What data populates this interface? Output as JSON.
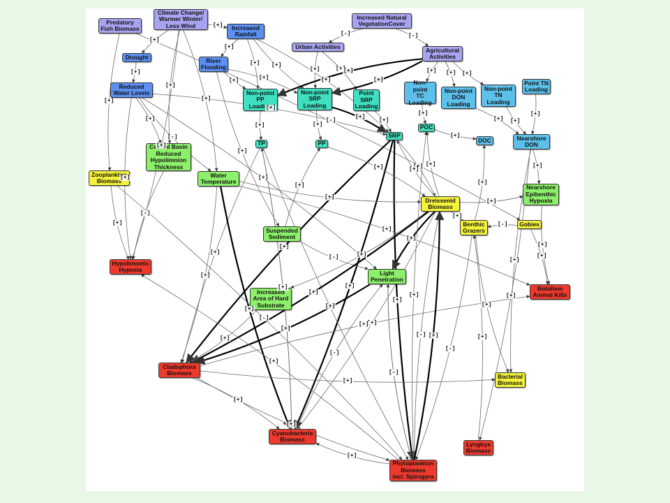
{
  "colors": {
    "driver": "#a8a4f0",
    "hydrology": "#5b8ff0",
    "nitrogen": "#5cc0ea",
    "phosphorus": "#3fe0c0",
    "physical": "#8df06a",
    "biota": "#f5f23a",
    "outcome": "#ee3a2e",
    "edge": "#6a6a6a",
    "edge_strong": "#000000"
  },
  "nodes": {
    "predatory": "Predatory\nFish Biomass",
    "climate": "Climate Change/\nWarmer Winter/\nLess Wind",
    "rainfall": "Increased\nRainfall",
    "natveg": "Increased Natural\nVegetationCover",
    "urban": "Urban Activities",
    "agri": "Agricultural\nActivities",
    "drought": "Drought",
    "flooding": "River\nFlooding",
    "waterlev": "Reduced\nWater Levels",
    "nppp": "Non-point\nPP\nLoading",
    "npsrp": "Non-point\nSRP\nLoading",
    "psrp": "Point\nSRP\nLoading",
    "nptc": "Non-point\nTC\nLoading",
    "npdon": "Non-point\nDON\nLoading",
    "nptn": "Non-point\nTN\nLoading",
    "ptn": "Point TN\nLoading",
    "poc": "POC",
    "doc": "DOC",
    "srp": "SRP",
    "tp": "TP",
    "pp": "PP",
    "nsdon": "Nearshore\nDON",
    "central": "Central Basin\nReduced\nHypolimnion\nThickness",
    "zoop": "Zooplankton\nBiomass",
    "watertemp": "Water\nTemperature",
    "dreiss": "Dreissenid\nBiomass",
    "nshyp": "Nearshore\nEpibenthic\nHypoxia",
    "benthic": "Benthic\nGrazers",
    "gobies": "Gobies",
    "sediment": "Suspended\nSediment",
    "hypolim": "Hypolimnetic\nHypoxia",
    "light": "Light\nPenetration",
    "botulism": "Botulism\nAnimal Kills",
    "hardsub": "Increased\nArea of Hard\nSubstrate",
    "clado": "Cladophora\nBiomass",
    "bact": "Bacterial\nBiomass",
    "cyano": "Cyanobacteria\nBiomass",
    "lyngbya": "Lyngbya\nBiomass",
    "phyto": "Phytoplankton\nBiomass\nincl. Spirogyra"
  },
  "edges": [
    {
      "from": "climate",
      "to": "rainfall",
      "label": "[+]",
      "strong": false
    },
    {
      "from": "climate",
      "to": "drought",
      "label": "[+]",
      "strong": false
    },
    {
      "from": "climate",
      "to": "watertemp",
      "label": "[+]",
      "strong": false
    },
    {
      "from": "climate",
      "to": "central",
      "label": "[+]",
      "strong": false
    },
    {
      "from": "climate",
      "to": "hypolim",
      "label": "[+]",
      "strong": false
    },
    {
      "from": "predatory",
      "to": "zoop",
      "label": "[+]",
      "strong": false
    },
    {
      "from": "predatory",
      "to": "gobies",
      "label": "[-]",
      "strong": false
    },
    {
      "from": "natveg",
      "to": "urban",
      "label": "[-]",
      "strong": false
    },
    {
      "from": "natveg",
      "to": "agri",
      "label": "[-]",
      "strong": false
    },
    {
      "from": "rainfall",
      "to": "flooding",
      "label": "[+]",
      "strong": false
    },
    {
      "from": "rainfall",
      "to": "nppp",
      "label": "[+]",
      "strong": false
    },
    {
      "from": "rainfall",
      "to": "npsrp",
      "label": "[+]",
      "strong": false
    },
    {
      "from": "rainfall",
      "to": "srp",
      "label": "[+]",
      "strong": false
    },
    {
      "from": "urban",
      "to": "npsrp",
      "label": "[+]",
      "strong": false
    },
    {
      "from": "urban",
      "to": "psrp",
      "label": "[+]",
      "strong": false
    },
    {
      "from": "agri",
      "to": "nppp",
      "label": "[+]",
      "strong": true
    },
    {
      "from": "agri",
      "to": "npsrp",
      "label": "[+]",
      "strong": true
    },
    {
      "from": "agri",
      "to": "nptc",
      "label": "[+]",
      "strong": false
    },
    {
      "from": "agri",
      "to": "npdon",
      "label": "[+]",
      "strong": false
    },
    {
      "from": "agri",
      "to": "nptn",
      "label": "[+]",
      "strong": false
    },
    {
      "from": "drought",
      "to": "waterlev",
      "label": "[+]",
      "strong": false
    },
    {
      "from": "flooding",
      "to": "nppp",
      "label": "[+]",
      "strong": false
    },
    {
      "from": "flooding",
      "to": "npsrp",
      "label": "[+]",
      "strong": false
    },
    {
      "from": "flooding",
      "to": "sediment",
      "label": "[+]",
      "strong": false
    },
    {
      "from": "waterlev",
      "to": "central",
      "label": "[+]",
      "strong": false
    },
    {
      "from": "waterlev",
      "to": "watertemp",
      "label": "[-]",
      "strong": false
    },
    {
      "from": "waterlev",
      "to": "light",
      "label": "[+]",
      "strong": false
    },
    {
      "from": "waterlev",
      "to": "hypolim",
      "label": "[+]",
      "strong": false
    },
    {
      "from": "waterlev",
      "to": "srp",
      "label": "[+]",
      "strong": false
    },
    {
      "from": "nppp",
      "to": "tp",
      "label": "[+]",
      "strong": false
    },
    {
      "from": "npsrp",
      "to": "srp",
      "label": "[+]",
      "strong": true
    },
    {
      "from": "npsrp",
      "to": "pp",
      "label": "[+]",
      "strong": false
    },
    {
      "from": "psrp",
      "to": "srp",
      "label": "[+]",
      "strong": false
    },
    {
      "from": "nptc",
      "to": "poc",
      "label": "[+]",
      "strong": false
    },
    {
      "from": "npdon",
      "to": "nsdon",
      "label": "[+]",
      "strong": false
    },
    {
      "from": "nptn",
      "to": "nsdon",
      "label": "[+]",
      "strong": false
    },
    {
      "from": "ptn",
      "to": "nsdon",
      "label": "[+]",
      "strong": false
    },
    {
      "from": "poc",
      "to": "doc",
      "label": "[+]",
      "strong": false
    },
    {
      "from": "nsdon",
      "to": "nshyp",
      "label": "[+]",
      "strong": false
    },
    {
      "from": "nsdon",
      "to": "bact",
      "label": "[+]",
      "strong": false
    },
    {
      "from": "nsdon",
      "to": "lyngbya",
      "label": "[+]",
      "strong": false
    },
    {
      "from": "srp",
      "to": "clado",
      "label": "[+]",
      "strong": true
    },
    {
      "from": "srp",
      "to": "cyano",
      "label": "[+]",
      "strong": true
    },
    {
      "from": "srp",
      "to": "phyto",
      "label": "[+]",
      "strong": true
    },
    {
      "from": "srp",
      "to": "dreiss",
      "label": "[+]",
      "strong": false
    },
    {
      "from": "tp",
      "to": "clado",
      "label": "[+]",
      "strong": false
    },
    {
      "from": "tp",
      "to": "cyano",
      "label": "[+]",
      "strong": false
    },
    {
      "from": "tp",
      "to": "phyto",
      "label": "[+]",
      "strong": false
    },
    {
      "from": "pp",
      "to": "dreiss",
      "label": "[+]",
      "strong": false
    },
    {
      "from": "sediment",
      "to": "light",
      "label": "[-]",
      "strong": false
    },
    {
      "from": "sediment",
      "to": "pp",
      "label": "[+]",
      "strong": false
    },
    {
      "from": "watertemp",
      "to": "cyano",
      "label": "[+]",
      "strong": true
    },
    {
      "from": "watertemp",
      "to": "clado",
      "label": "[+]",
      "strong": false
    },
    {
      "from": "watertemp",
      "to": "dreiss",
      "label": "[+]",
      "strong": false
    },
    {
      "from": "watertemp",
      "to": "botulism",
      "label": "[+]",
      "strong": false
    },
    {
      "from": "central",
      "to": "hypolim",
      "label": "[-]",
      "strong": false
    },
    {
      "from": "zoop",
      "to": "phyto",
      "label": "[-]",
      "strong": false
    },
    {
      "from": "zoop",
      "to": "hypolim",
      "label": "[+]",
      "strong": false
    },
    {
      "from": "dreiss",
      "to": "srp",
      "label": "[+]",
      "strong": false
    },
    {
      "from": "dreiss",
      "to": "light",
      "label": "[+]",
      "strong": true
    },
    {
      "from": "dreiss",
      "to": "clado",
      "label": "[+]",
      "strong": true
    },
    {
      "from": "dreiss",
      "to": "benthic",
      "label": "[+]",
      "strong": false
    },
    {
      "from": "dreiss",
      "to": "hardsub",
      "label": "[+]",
      "strong": false
    },
    {
      "from": "dreiss",
      "to": "nshyp",
      "label": "[+]",
      "strong": false
    },
    {
      "from": "dreiss",
      "to": "cyano",
      "label": "[+]",
      "strong": false
    },
    {
      "from": "dreiss",
      "to": "phyto",
      "label": "[-]",
      "strong": false
    },
    {
      "from": "dreiss",
      "to": "poc",
      "label": "[+]",
      "strong": false
    },
    {
      "from": "gobies",
      "to": "benthic",
      "label": "[-]",
      "strong": false
    },
    {
      "from": "gobies",
      "to": "botulism",
      "label": "[+]",
      "strong": false
    },
    {
      "from": "nshyp",
      "to": "botulism",
      "label": "[+]",
      "strong": false
    },
    {
      "from": "light",
      "to": "clado",
      "label": "[+]",
      "strong": true
    },
    {
      "from": "light",
      "to": "phyto",
      "label": "[+]",
      "strong": false
    },
    {
      "from": "hardsub",
      "to": "clado",
      "label": "[+]",
      "strong": false
    },
    {
      "from": "benthic",
      "to": "bact",
      "label": "[+]",
      "strong": false
    },
    {
      "from": "benthic",
      "to": "phyto",
      "label": "[-]",
      "strong": false
    },
    {
      "from": "benthic",
      "to": "doc",
      "label": "[+]",
      "strong": false
    },
    {
      "from": "clado",
      "to": "botulism",
      "label": "[+]",
      "strong": false
    },
    {
      "from": "clado",
      "to": "bact",
      "label": "[+]",
      "strong": false
    },
    {
      "from": "clado",
      "to": "cyano",
      "label": "[+]",
      "strong": false
    },
    {
      "from": "clado",
      "to": "phyto",
      "label": "[+]",
      "strong": false
    },
    {
      "from": "phyto",
      "to": "poc",
      "label": "[+]",
      "strong": false
    },
    {
      "from": "phyto",
      "to": "hypolim",
      "label": "[+]",
      "strong": false
    },
    {
      "from": "phyto",
      "to": "cyano",
      "label": "[+]",
      "strong": false
    },
    {
      "from": "phyto",
      "to": "dreiss",
      "label": "[+]",
      "strong": true
    },
    {
      "from": "phyto",
      "to": "light",
      "label": "[-]",
      "strong": false
    },
    {
      "from": "cyano",
      "to": "tp",
      "label": "[+]",
      "strong": false
    },
    {
      "from": "cyano",
      "to": "light",
      "label": "[-]",
      "strong": false
    },
    {
      "from": "lyngbya",
      "to": "benthic",
      "label": "[+]",
      "strong": false
    }
  ]
}
